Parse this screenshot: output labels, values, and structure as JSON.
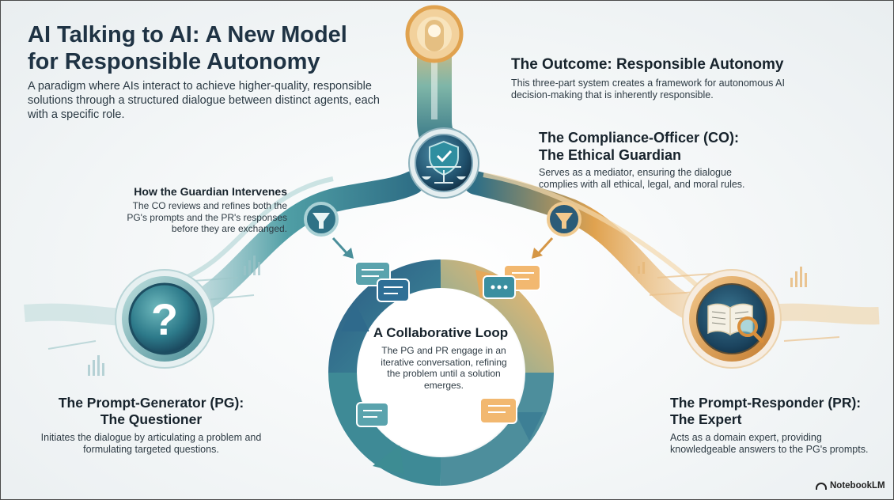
{
  "title": {
    "line1": "AI Talking to AI: A New Model",
    "line2": "for Responsible Autonomy"
  },
  "intro": "A paradigm where AIs interact to achieve higher-quality, responsible solutions through a structured dialogue between distinct agents, each with a specific role.",
  "outcome": {
    "heading": "The Outcome: Responsible Autonomy",
    "body": "This three-part system creates a framework for autonomous AI decision-making that is inherently responsible."
  },
  "compliance_officer": {
    "heading_line1": "The Compliance-Officer (CO):",
    "heading_line2": "The Ethical Guardian",
    "body": "Serves as a mediator, ensuring the dialogue complies with all ethical, legal, and moral rules."
  },
  "guardian": {
    "heading": "How the Guardian Intervenes",
    "body": "The CO reviews and refines both the PG's prompts and the PR's responses before they are exchanged."
  },
  "loop": {
    "heading": "A Collaborative Loop",
    "body": "The PG and PR engage in an iterative conversation, refining the problem until a solution emerges."
  },
  "prompt_generator": {
    "heading_line1": "The Prompt-Generator (PG):",
    "heading_line2": "The Questioner",
    "body": "Initiates the dialogue by articulating a problem and formulating targeted questions."
  },
  "prompt_responder": {
    "heading_line1": "The Prompt-Responder (PR):",
    "heading_line2": "The Expert",
    "body": "Acts as a domain expert, providing knowledgeable answers to the PG's prompts."
  },
  "brand": "NotebookLM",
  "icons": {
    "co_node": "shield-scales-icon",
    "pg_node": "question-mark-icon",
    "pr_node": "book-magnifier-icon",
    "filters": "funnel-icon",
    "bubbles": "chat-bubble-icon",
    "top": "lightbulb-node-icon"
  },
  "colors": {
    "teal": "#3a8a93",
    "navy": "#1f4a6b",
    "orange": "#dc9a4a",
    "text": "#1e2a33"
  }
}
